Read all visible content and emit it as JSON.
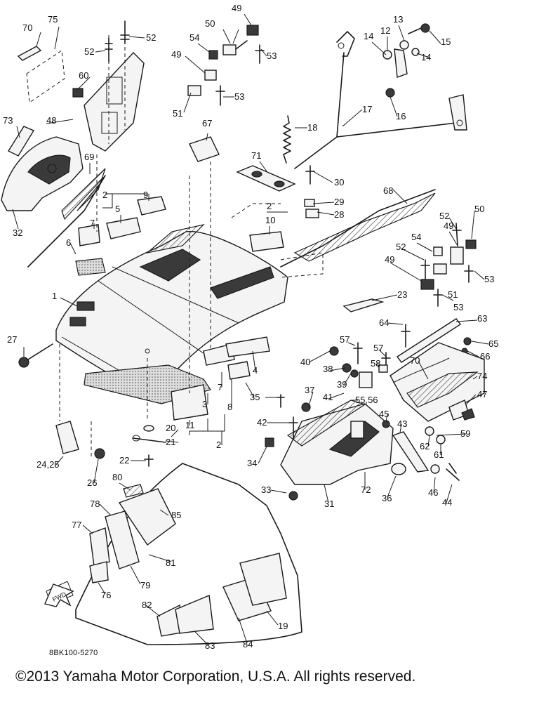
{
  "drawing_code": "8BK100-5270",
  "copyright": "©2013 Yamaha Motor Corporation, U.S.A. All rights reserved.",
  "fwd_label": "FWD",
  "callouts": [
    {
      "id": "c70",
      "text": "70"
    },
    {
      "id": "c75",
      "text": "75"
    },
    {
      "id": "c52a",
      "text": "52"
    },
    {
      "id": "c52b",
      "text": "52"
    },
    {
      "id": "c49a",
      "text": "49"
    },
    {
      "id": "c50a",
      "text": "50"
    },
    {
      "id": "c54a",
      "text": "54"
    },
    {
      "id": "c49b",
      "text": "49"
    },
    {
      "id": "c53a",
      "text": "53"
    },
    {
      "id": "c53b",
      "text": "53"
    },
    {
      "id": "c51a",
      "text": "51"
    },
    {
      "id": "c60",
      "text": "60"
    },
    {
      "id": "c13",
      "text": "13"
    },
    {
      "id": "c12",
      "text": "12"
    },
    {
      "id": "c14a",
      "text": "14"
    },
    {
      "id": "c14b",
      "text": "14"
    },
    {
      "id": "c15",
      "text": "15"
    },
    {
      "id": "c16",
      "text": "16"
    },
    {
      "id": "c17",
      "text": "17"
    },
    {
      "id": "c18",
      "text": "18"
    },
    {
      "id": "c73",
      "text": "73"
    },
    {
      "id": "c48",
      "text": "48"
    },
    {
      "id": "c69",
      "text": "69"
    },
    {
      "id": "c67",
      "text": "67"
    },
    {
      "id": "c71",
      "text": "71"
    },
    {
      "id": "c32",
      "text": "32"
    },
    {
      "id": "c2a",
      "text": "2"
    },
    {
      "id": "c9",
      "text": "9"
    },
    {
      "id": "c5",
      "text": "5"
    },
    {
      "id": "c7a",
      "text": "7"
    },
    {
      "id": "c6",
      "text": "6"
    },
    {
      "id": "c30",
      "text": "30"
    },
    {
      "id": "c29",
      "text": "29"
    },
    {
      "id": "c28",
      "text": "28"
    },
    {
      "id": "c2b",
      "text": "2"
    },
    {
      "id": "c10",
      "text": "10"
    },
    {
      "id": "c68",
      "text": "68"
    },
    {
      "id": "c52c",
      "text": "52"
    },
    {
      "id": "c50b",
      "text": "50"
    },
    {
      "id": "c54b",
      "text": "54"
    },
    {
      "id": "c49c",
      "text": "49"
    },
    {
      "id": "c52d",
      "text": "52"
    },
    {
      "id": "c49d",
      "text": "49"
    },
    {
      "id": "c53c",
      "text": "53"
    },
    {
      "id": "c51b",
      "text": "51"
    },
    {
      "id": "c53d",
      "text": "53"
    },
    {
      "id": "c1",
      "text": "1"
    },
    {
      "id": "c23",
      "text": "23"
    },
    {
      "id": "c64",
      "text": "64"
    },
    {
      "id": "c63",
      "text": "63"
    },
    {
      "id": "c65",
      "text": "65"
    },
    {
      "id": "c27",
      "text": "27"
    },
    {
      "id": "c57a",
      "text": "57"
    },
    {
      "id": "c57b",
      "text": "57"
    },
    {
      "id": "c40",
      "text": "40"
    },
    {
      "id": "c38",
      "text": "38"
    },
    {
      "id": "c39",
      "text": "39"
    },
    {
      "id": "c58",
      "text": "58"
    },
    {
      "id": "c70b",
      "text": "70"
    },
    {
      "id": "c74",
      "text": "74"
    },
    {
      "id": "c66",
      "text": "66"
    },
    {
      "id": "c47",
      "text": "47"
    },
    {
      "id": "c7b",
      "text": "7"
    },
    {
      "id": "c8",
      "text": "8"
    },
    {
      "id": "c4",
      "text": "4"
    },
    {
      "id": "c3",
      "text": "3"
    },
    {
      "id": "c35",
      "text": "35"
    },
    {
      "id": "c37",
      "text": "37"
    },
    {
      "id": "c41",
      "text": "41"
    },
    {
      "id": "c5556",
      "text": "55,56"
    },
    {
      "id": "c42",
      "text": "42"
    },
    {
      "id": "c45",
      "text": "45"
    },
    {
      "id": "c43",
      "text": "43"
    },
    {
      "id": "c59",
      "text": "59"
    },
    {
      "id": "c11",
      "text": "11"
    },
    {
      "id": "c20",
      "text": "20"
    },
    {
      "id": "c21",
      "text": "21"
    },
    {
      "id": "c2c",
      "text": "2"
    },
    {
      "id": "c62",
      "text": "62"
    },
    {
      "id": "c61",
      "text": "61"
    },
    {
      "id": "c34",
      "text": "34"
    },
    {
      "id": "c2425",
      "text": "24,25"
    },
    {
      "id": "c26",
      "text": "26"
    },
    {
      "id": "c22",
      "text": "22"
    },
    {
      "id": "c33",
      "text": "33"
    },
    {
      "id": "c31",
      "text": "31"
    },
    {
      "id": "c72",
      "text": "72"
    },
    {
      "id": "c36",
      "text": "36"
    },
    {
      "id": "c46",
      "text": "46"
    },
    {
      "id": "c44",
      "text": "44"
    },
    {
      "id": "c80",
      "text": "80"
    },
    {
      "id": "c78",
      "text": "78"
    },
    {
      "id": "c85",
      "text": "85"
    },
    {
      "id": "c77",
      "text": "77"
    },
    {
      "id": "c81",
      "text": "81"
    },
    {
      "id": "c79",
      "text": "79"
    },
    {
      "id": "c76",
      "text": "76"
    },
    {
      "id": "c82",
      "text": "82"
    },
    {
      "id": "c19",
      "text": "19"
    },
    {
      "id": "c83",
      "text": "83"
    },
    {
      "id": "c84",
      "text": "84"
    }
  ]
}
